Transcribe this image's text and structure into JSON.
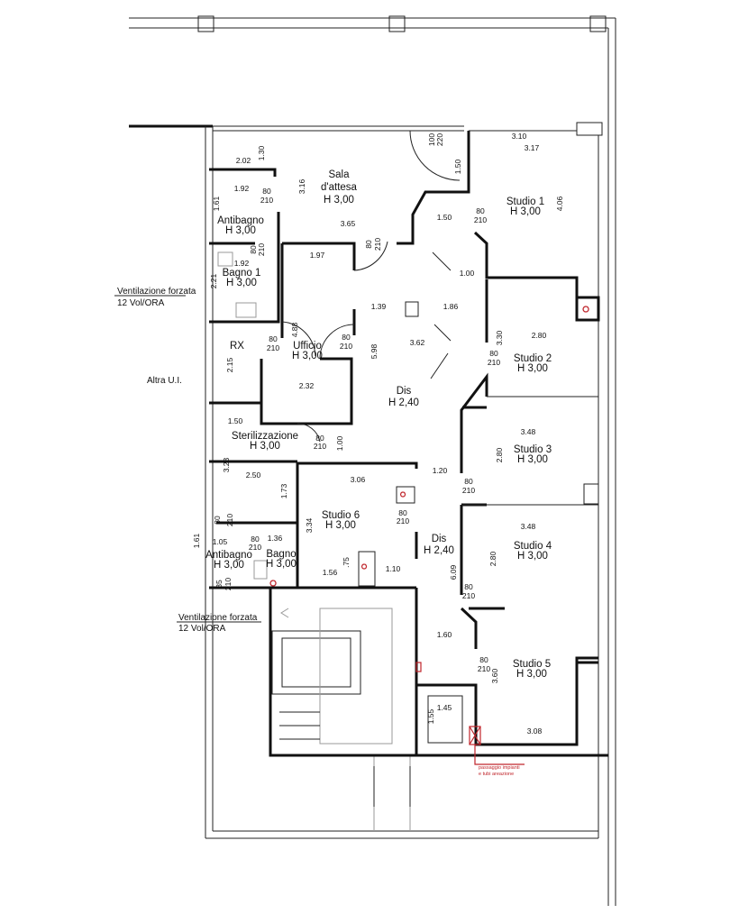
{
  "rooms": [
    {
      "name": "Sala",
      "name2": "d'attesa",
      "height": "H 3,00"
    },
    {
      "name": "Studio 1",
      "height": "H 3,00"
    },
    {
      "name": "Antibagno",
      "height": "H 3,00"
    },
    {
      "name": "Bagno 1",
      "height": "H 3,00"
    },
    {
      "name": "RX"
    },
    {
      "name": "Ufficio",
      "height": "H 3,00"
    },
    {
      "name": "Dis",
      "height": "H 2,40"
    },
    {
      "name": "Studio 2",
      "height": "H 3,00"
    },
    {
      "name": "Studio 3",
      "height": "H 3,00"
    },
    {
      "name": "Sterilizzazione",
      "height": "H 3,00"
    },
    {
      "name": "Studio 6",
      "height": "H 3,00"
    },
    {
      "name": "Dis",
      "height": "H 2,40"
    },
    {
      "name": "Studio 4",
      "height": "H 3,00"
    },
    {
      "name": "Antibagno",
      "height": "H 3,00"
    },
    {
      "name": "Bagno",
      "height": "H 3,00"
    },
    {
      "name": "Studio 5",
      "height": "H 3,00"
    }
  ],
  "notes": {
    "other_unit": "Altra U.I.",
    "ventilation_1_line1": "Ventilazione forzata",
    "ventilation_1_line2": "12 Vol/ORA",
    "ventilation_2_line1": "Ventilazione forzata",
    "ventilation_2_line2": "12 Vol/ORA",
    "plant_passage_line1": "passaggio impianti",
    "plant_passage_line2": "e tubi areazione"
  },
  "dimensions": [
    "1.30",
    "2.02",
    "3.16",
    "1.92",
    "80",
    "210",
    "1.61",
    "3.65",
    "80",
    "210",
    "1.97",
    "80",
    "210",
    "1.92",
    "2.21",
    "1.39",
    "1.86",
    "4.88",
    "80",
    "210",
    "80",
    "210",
    "3.62",
    "5.98",
    "2.15",
    "2.32",
    "1.50",
    "80",
    "210",
    "1.00",
    "3.23",
    "2.50",
    "3.06",
    "1.73",
    "1.20",
    "80",
    "210",
    "3.34",
    "80",
    "210",
    "1.05",
    "80",
    "210",
    "1.36",
    "1.56",
    ".75",
    "1.10",
    "6.09",
    "80",
    "210",
    "1.61",
    "85",
    "210",
    "1.60",
    "80",
    "210",
    "3.60",
    "1.55",
    "1.45",
    "3.08",
    "3.10",
    "3.17",
    "4.06",
    "1.50",
    "1.50",
    "80",
    "210",
    "100",
    "220",
    "1.00",
    "3.30",
    "2.80",
    "80",
    "210",
    "3.48",
    "2.80",
    "3.48",
    "2.80",
    "80",
    "210"
  ]
}
